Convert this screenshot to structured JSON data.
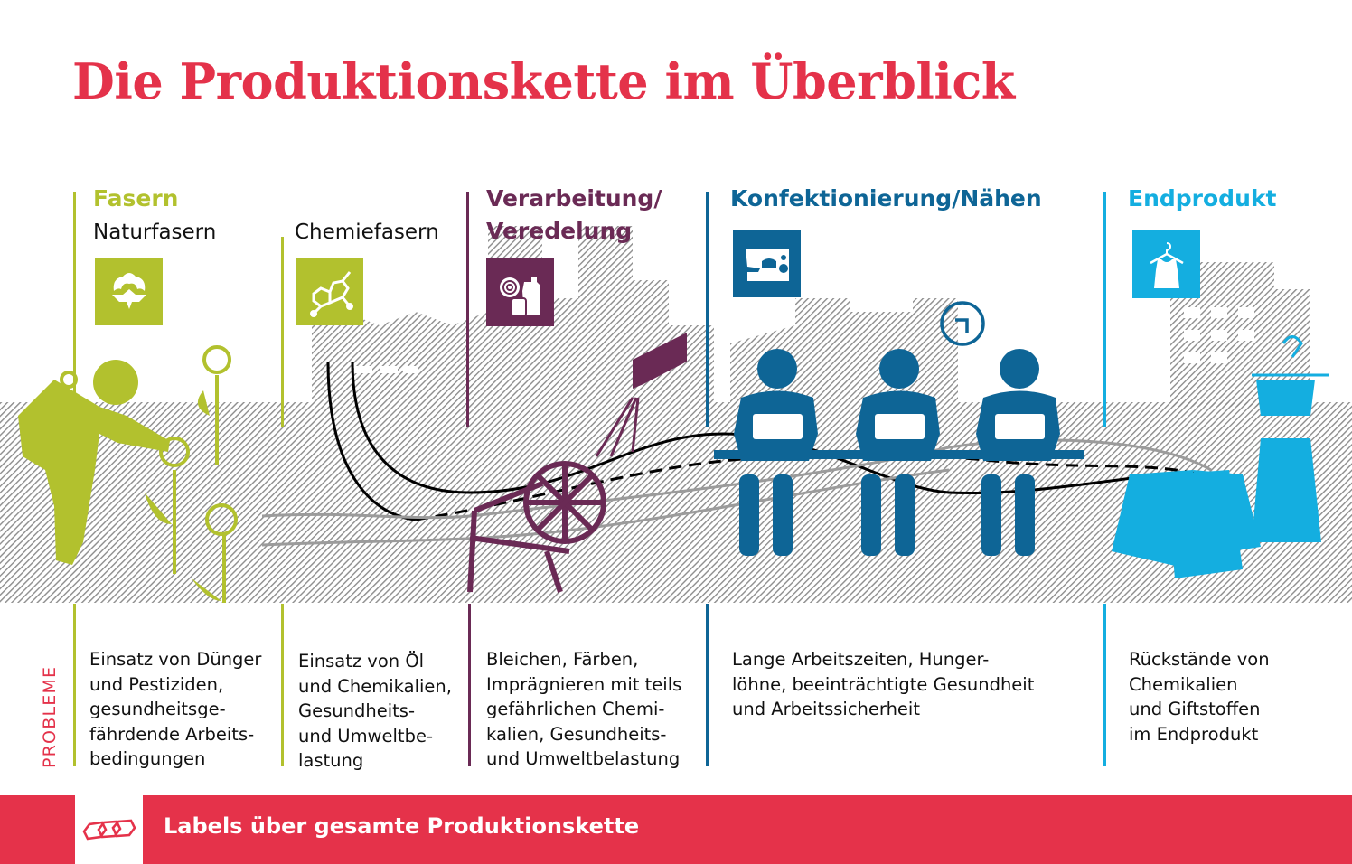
{
  "title": "Die Produktionskette im Überblick",
  "colors": {
    "title_red": "#e4324a",
    "fasern_green": "#b2c12e",
    "verarbeitung_purple": "#6a2a55",
    "konfektion_blue": "#0e6596",
    "endprodukt_cyan": "#14aee0",
    "footer_red": "#e5324a"
  },
  "stages": [
    {
      "id": "fasern",
      "heading": "Fasern",
      "subheading": "Naturfasern",
      "icon": "cotton-flower-icon",
      "problem": "Einsatz von Dünger\nund Pestiziden,\ngesundheitsge-\nfährdende Arbeits-\nbedingungen"
    },
    {
      "id": "chemiefasern",
      "heading": "",
      "subheading": "Chemiefasern",
      "icon": "molecule-icon",
      "problem": "Einsatz von Öl\nund Chemikalien,\nGesundheits-\nund Umweltbe-\nlastung"
    },
    {
      "id": "verarbeitung",
      "heading": "Verarbeitung/\nVeredelung",
      "subheading": "",
      "icon": "fabric-roll-chemicals-icon",
      "problem": "Bleichen, Färben,\nImprägnieren mit teils\ngefährlichen Chemi-\nkalien, Gesundheits-\nund Umweltbelastung"
    },
    {
      "id": "konfektion",
      "heading": "Konfektionierung/Nähen",
      "subheading": "",
      "icon": "sewing-machine-icon",
      "problem": "Lange Arbeitszeiten, Hunger-\nlöhne, beeinträchtigte Gesundheit\nund Arbeitssicherheit"
    },
    {
      "id": "endprodukt",
      "heading": "Endprodukt",
      "subheading": "",
      "icon": "shirt-on-hanger-icon",
      "problem": "Rückstände von\nChemikalien\nund Giftstoffen\nim Endprodukt"
    }
  ],
  "problems_label": "PROBLEME",
  "footer": {
    "icon": "chain-links-icon",
    "text": "Labels über gesamte Produktionskette"
  }
}
